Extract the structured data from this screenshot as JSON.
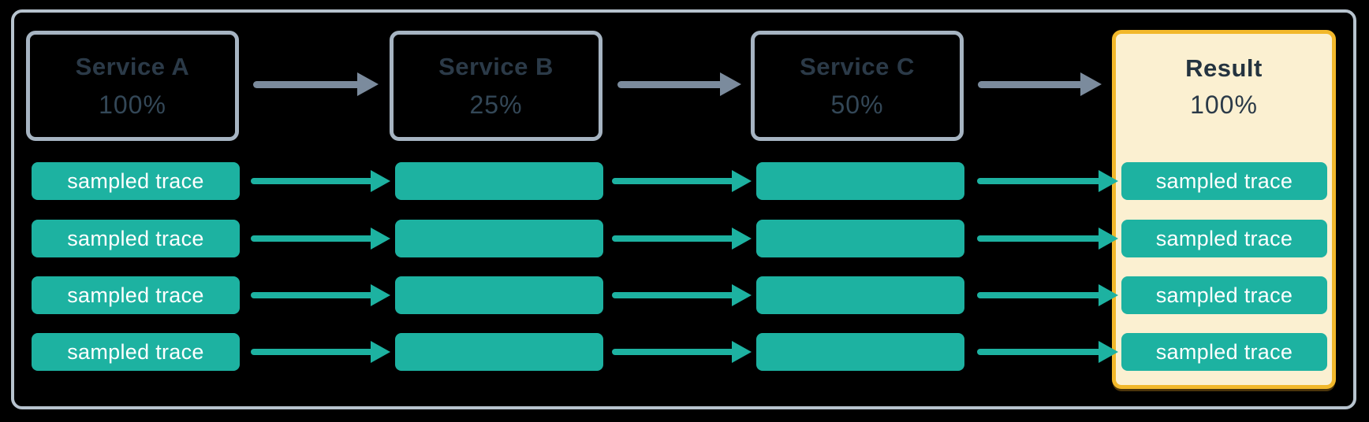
{
  "services": [
    {
      "label": "Service A",
      "rate": "100%"
    },
    {
      "label": "Service B",
      "rate": "25%"
    },
    {
      "label": "Service C",
      "rate": "50%"
    }
  ],
  "result": {
    "label": "Result",
    "rate": "100%"
  },
  "trace": {
    "label": "sampled trace",
    "rows": 4
  },
  "colors": {
    "trace_teal": "#1DB2A1",
    "flow_arrow_gray": "#7B8B9D",
    "service_box_border": "#A6B4C2",
    "frame_border": "#B7C3CE",
    "result_border": "#F2B82B",
    "result_background": "#FBF0D1",
    "text_dark": "#2B3A48",
    "trace_text": "#FFFFFF"
  }
}
